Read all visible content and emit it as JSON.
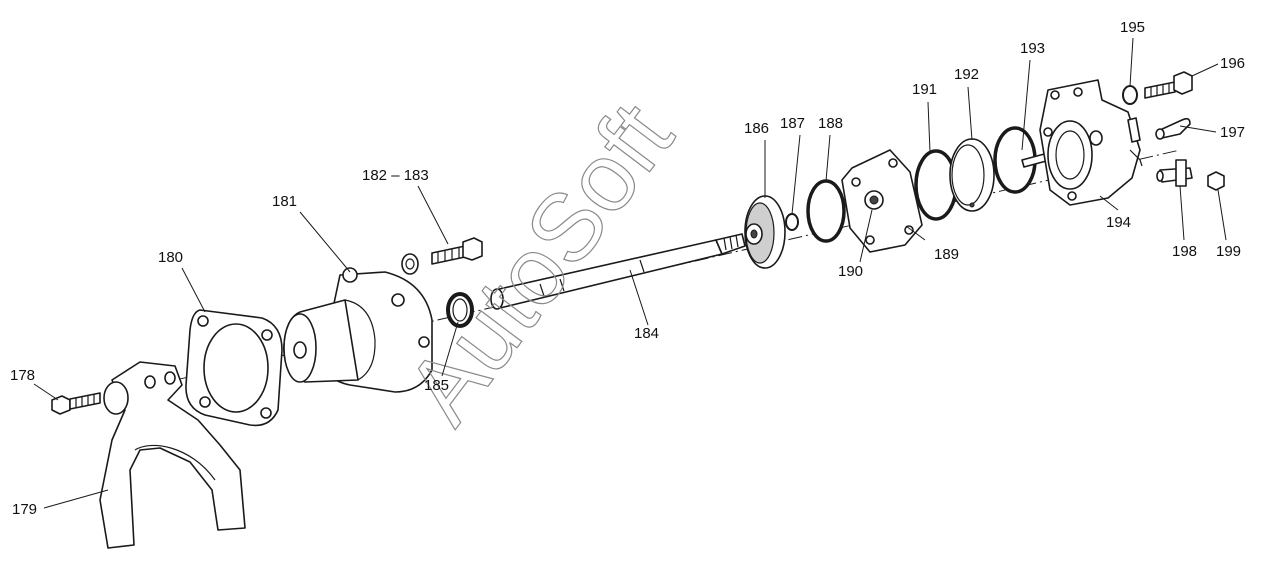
{
  "watermark": "AutoSoft",
  "callouts": {
    "c178": "178",
    "c179": "179",
    "c180": "180",
    "c181": "181",
    "c182_183": "182 – 183",
    "c184": "184",
    "c185": "185",
    "c186": "186",
    "c187": "187",
    "c188": "188",
    "c189": "189",
    "c190": "190",
    "c191": "191",
    "c192": "192",
    "c193": "193",
    "c194": "194",
    "c195": "195",
    "c196": "196",
    "c197": "197",
    "c198": "198",
    "c199": "199"
  }
}
